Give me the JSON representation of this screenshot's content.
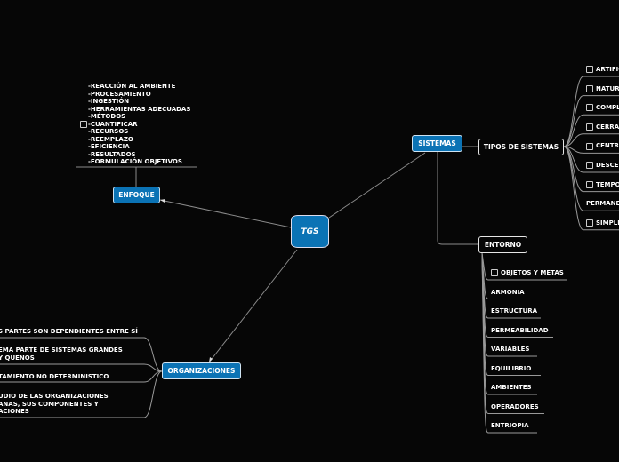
{
  "colors": {
    "background": "#060606",
    "node_blue": "#0b73b5",
    "line": "#8a8a8a"
  },
  "root": {
    "label": "TGS"
  },
  "enfoque": {
    "label": "ENFOQUE",
    "note_lines": [
      "-REACCIÓN AL AMBIENTE",
      "-PROCESAMIENTO",
      "-INGESTIÓN",
      "-HERRAMIENTAS ADECUADAS",
      "-MÉTODOS",
      "-CUANTIFICAR",
      "-RECURSOS",
      "-REEMPLAZO",
      "-EFICIENCIA",
      "-RESULTADOS",
      "-FORMULACIÓN OBJETIVOS"
    ]
  },
  "sistemas": {
    "label": "SISTEMAS",
    "tipos": {
      "label": "TIPOS DE SISTEMAS",
      "items": [
        {
          "label": "ARTIFIC",
          "checkbox": true
        },
        {
          "label": "NATUR",
          "checkbox": true
        },
        {
          "label": "COMPL",
          "checkbox": true
        },
        {
          "label": "CERRA",
          "checkbox": true
        },
        {
          "label": "CENTRA",
          "checkbox": true
        },
        {
          "label": "DESCE",
          "checkbox": true
        },
        {
          "label": "TEMPO",
          "checkbox": true
        },
        {
          "label": "PERMANE",
          "checkbox": false
        },
        {
          "label": "SIMPLE",
          "checkbox": true
        }
      ]
    },
    "entorno": {
      "label": "ENTORNO",
      "items": [
        {
          "label": "OBJETOS Y METAS",
          "checkbox": true
        },
        {
          "label": "ARMONIA",
          "checkbox": false
        },
        {
          "label": "ESTRUCTURA",
          "checkbox": false
        },
        {
          "label": "PERMEABILIDAD",
          "checkbox": false
        },
        {
          "label": "VARIABLES",
          "checkbox": false
        },
        {
          "label": "EQUILIBRIO",
          "checkbox": false
        },
        {
          "label": "AMBIENTES",
          "checkbox": false
        },
        {
          "label": "OPERADORES",
          "checkbox": false
        },
        {
          "label": "ENTRIOPIA",
          "checkbox": false
        }
      ]
    }
  },
  "organizaciones": {
    "label": "ORGANIZACIONES",
    "items": [
      "S PARTES SON DEPENDIENTES ENTRE SÍ",
      "EMA PARTE DE SISTEMAS GRANDES Y QUEÑOS",
      "TAMIENTO NO DETERMINISTICO",
      "UDIO DE LAS ORGANIZACIONES ANAS, SUS COMPONENTES Y ACIONES"
    ]
  }
}
